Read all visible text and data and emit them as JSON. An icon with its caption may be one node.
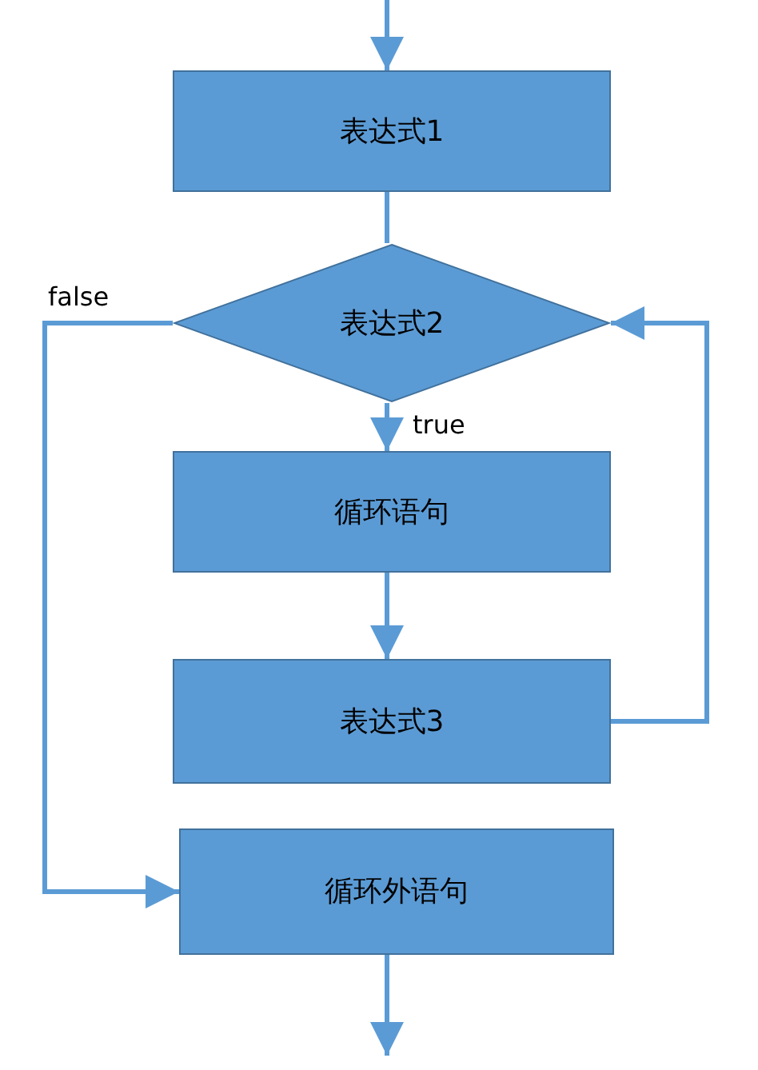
{
  "diagram": {
    "nodes": [
      {
        "text": [
          "表达式1"
        ]
      },
      {
        "text": [
          "表达式2"
        ]
      },
      {
        "text": [
          "循环语句"
        ]
      },
      {
        "text": [
          "表达式3"
        ]
      },
      {
        "text": [
          "循环外语句"
        ]
      }
    ],
    "edges": [
      {
        "from": null,
        "to": 0,
        "arrow": "to"
      },
      {
        "from": 0,
        "to": 1,
        "arrow": "none"
      },
      {
        "from": 1,
        "to": 2,
        "arrow": "to",
        "label": "true"
      },
      {
        "from": 2,
        "to": 3,
        "arrow": "to"
      },
      {
        "from": 3,
        "to": 1,
        "arrow": "to"
      },
      {
        "from": 1,
        "to": 4,
        "arrow": "to",
        "label": "false"
      },
      {
        "from": 4,
        "to": null,
        "arrow": "to"
      }
    ]
  }
}
